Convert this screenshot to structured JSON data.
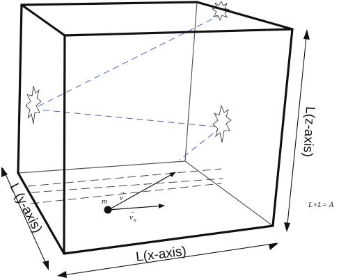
{
  "labels": {
    "x_axis": "L(x-axis)",
    "y_axis": "L (y-axis)",
    "z_axis": "L(z-axis)",
    "area": "L×L= A",
    "mass": "m",
    "velocity": "v",
    "velocity_x": "v",
    "velocity_x_subscript": "x",
    "vector_mark": "→"
  },
  "colors": {
    "edge": "#111111",
    "trajectory": "#4a5fc0"
  }
}
